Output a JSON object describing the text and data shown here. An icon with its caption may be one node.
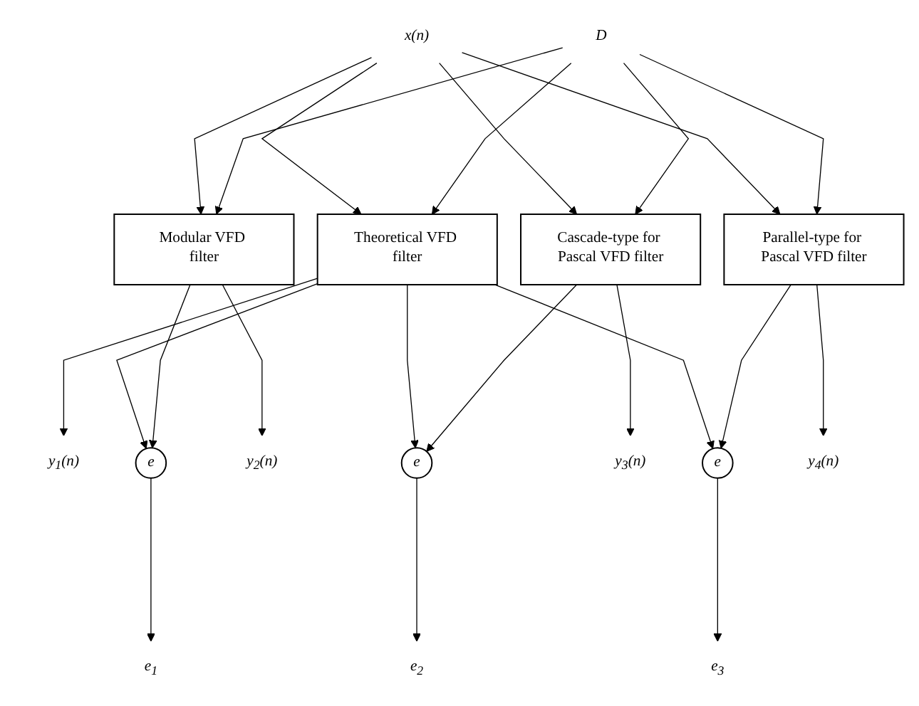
{
  "diagram": {
    "nodes": [
      {
        "text": [
          "x(n)"
        ]
      },
      {
        "text": [
          "D"
        ]
      },
      {
        "text": [
          "Theoretical VFD filter"
        ]
      },
      {
        "text": [
          "Modular VFD filter"
        ]
      },
      {
        "text": [
          "Cascade-type for Pascal VFD filter"
        ]
      },
      {
        "text": [
          "Parallel-type for Pascal VFD filter"
        ]
      },
      {
        "text": [
          "y$_{1}$(n)"
        ]
      },
      {
        "text": [
          "e"
        ]
      },
      {
        "text": [
          "e$_{1}$"
        ]
      },
      {
        "text": [
          "y$_{2}$(n)"
        ]
      },
      {
        "text": [
          "e"
        ]
      },
      {
        "text": [
          "e$_{2}$"
        ]
      },
      {
        "text": [
          "y$_{3}$(n)"
        ]
      },
      {
        "text": [
          "e"
        ]
      },
      {
        "text": [
          "e$_{3}$"
        ]
      },
      {
        "text": [
          "y$_{4}$(n)"
        ]
      }
    ],
    "edges": [
      {
        "from": 0,
        "to": 2,
        "arrow": "to"
      },
      {
        "from": 0,
        "to": 3,
        "arrow": "to"
      },
      {
        "from": 0,
        "to": 4,
        "arrow": "to"
      },
      {
        "from": 0,
        "to": 5,
        "arrow": "to"
      },
      {
        "from": 1,
        "to": 2,
        "arrow": "to"
      },
      {
        "from": 1,
        "to": 3,
        "arrow": "to"
      },
      {
        "from": 1,
        "to": 4,
        "arrow": "to"
      },
      {
        "from": 1,
        "to": 5,
        "arrow": "to"
      },
      {
        "from": 2,
        "to": 6,
        "arrow": "to"
      },
      {
        "from": 2,
        "to": 7,
        "arrow": "to"
      },
      {
        "from": 2,
        "to": 10,
        "arrow": "to"
      },
      {
        "from": 2,
        "to": 13,
        "arrow": "to"
      },
      {
        "from": 3,
        "to": 9,
        "arrow": "to"
      },
      {
        "from": 3,
        "to": 7,
        "arrow": "to"
      },
      {
        "from": 4,
        "to": 12,
        "arrow": "to"
      },
      {
        "from": 4,
        "to": 10,
        "arrow": "to"
      },
      {
        "from": 5,
        "to": 15,
        "arrow": "to"
      },
      {
        "from": 5,
        "to": 13,
        "arrow": "to"
      },
      {
        "from": 7,
        "to": 8,
        "arrow": "to"
      },
      {
        "from": 10,
        "to": 11,
        "arrow": "to"
      },
      {
        "from": 13,
        "to": 14,
        "arrow": "to"
      }
    ]
  }
}
